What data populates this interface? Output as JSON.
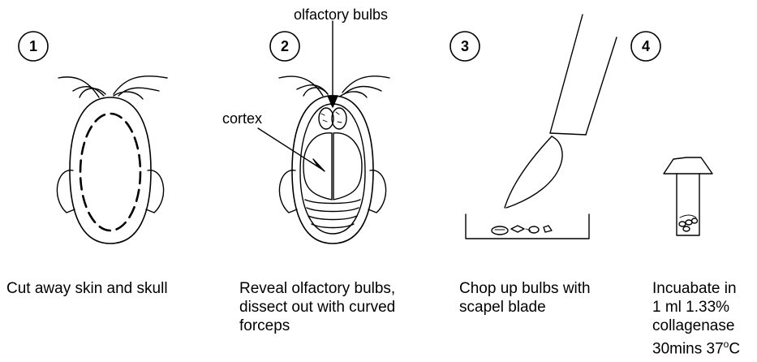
{
  "steps": [
    {
      "number": "1",
      "caption": "Cut away skin and skull"
    },
    {
      "number": "2",
      "caption": "Reveal olfactory bulbs,\ndissect out with curved\nforceps"
    },
    {
      "number": "3",
      "caption": "Chop up bulbs with\nscapel blade"
    },
    {
      "number": "4",
      "caption_lines": [
        "Incuabate in",
        "1 ml  1.33%",
        "collagenase"
      ],
      "caption_last_pre": "30mins 37",
      "caption_last_sup": "o",
      "caption_last_post": "C"
    }
  ],
  "labels": {
    "olfactory_bulbs": "olfactory bulbs",
    "cortex": "cortex"
  }
}
